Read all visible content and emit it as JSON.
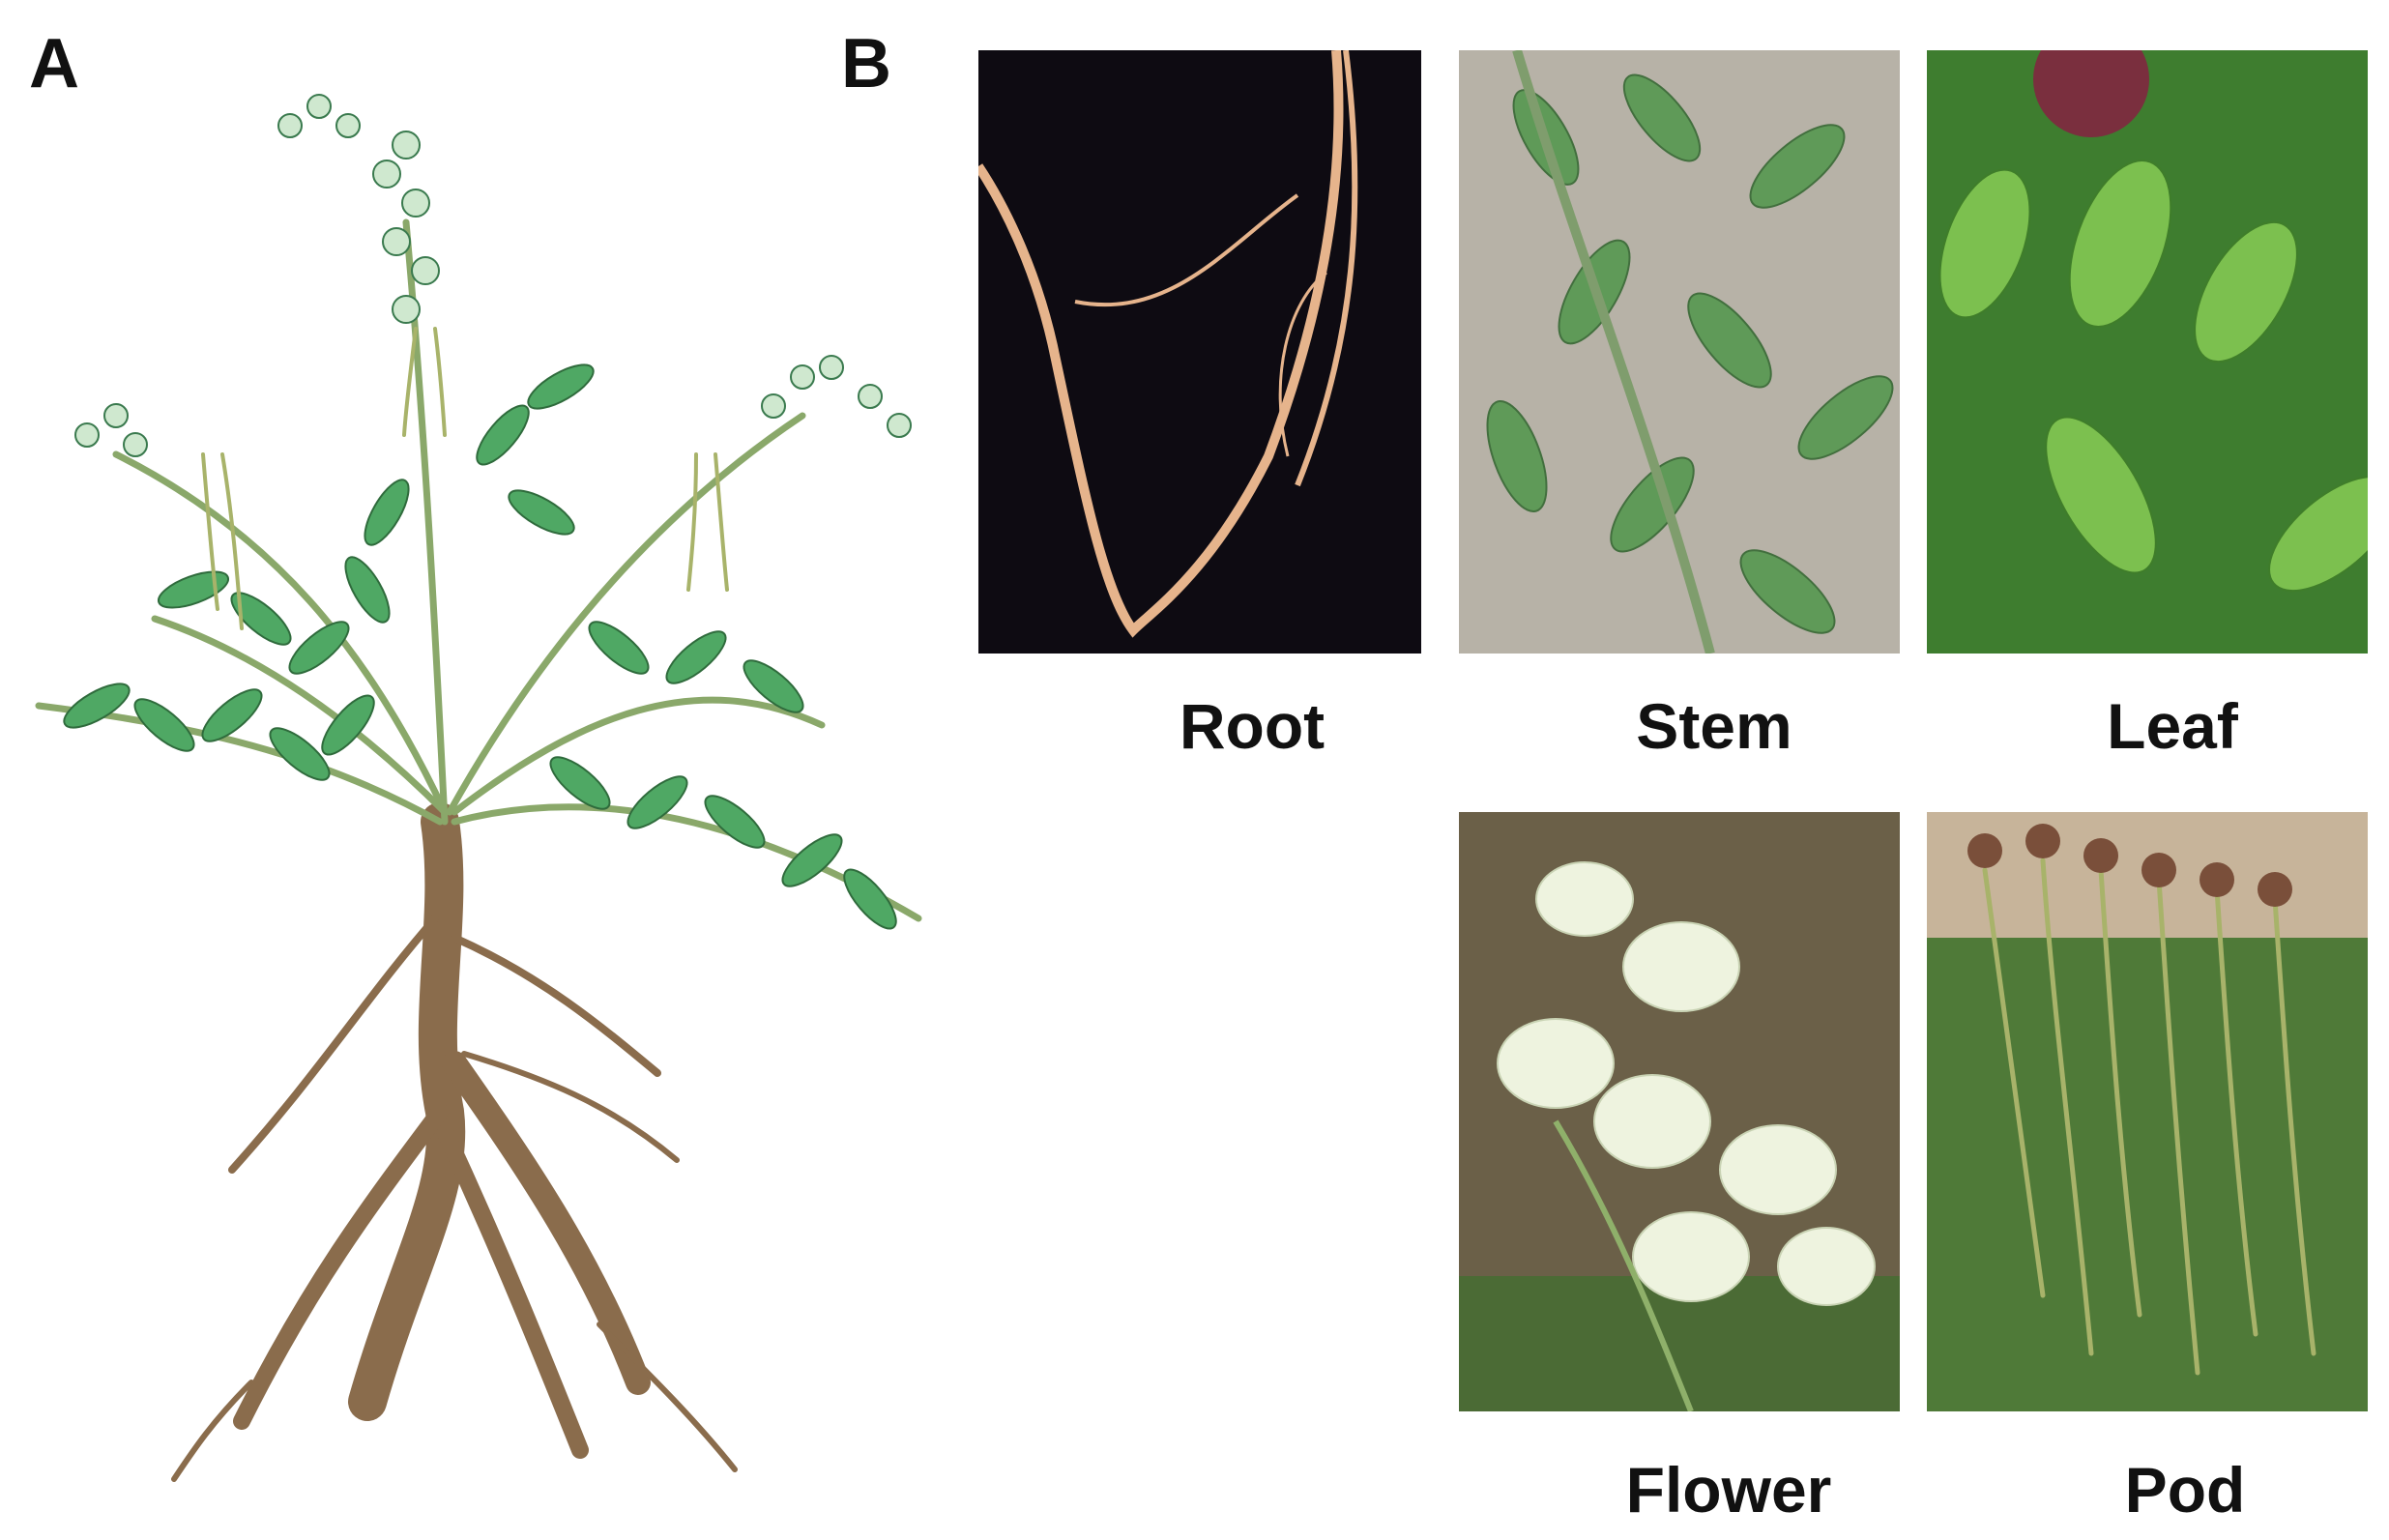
{
  "panels": {
    "a": {
      "letter": "A"
    },
    "b": {
      "letter": "B"
    }
  },
  "photos": [
    {
      "id": "root",
      "caption": "Root"
    },
    {
      "id": "stem",
      "caption": "Stem"
    },
    {
      "id": "leaf",
      "caption": "Leaf"
    },
    {
      "id": "flower",
      "caption": "Flower"
    },
    {
      "id": "pod",
      "caption": "Pod"
    }
  ],
  "colors": {
    "root_bg": "#0e0b12",
    "root_color": "#e6b48c",
    "leaf_green": "#5f9a58",
    "stem_bg": "#b7b2a7",
    "leaf_bg": "#3e7d2f",
    "flower_color": "#eef3df",
    "pod_color": "#a8b36a",
    "taproot": "#8a6c4c"
  }
}
